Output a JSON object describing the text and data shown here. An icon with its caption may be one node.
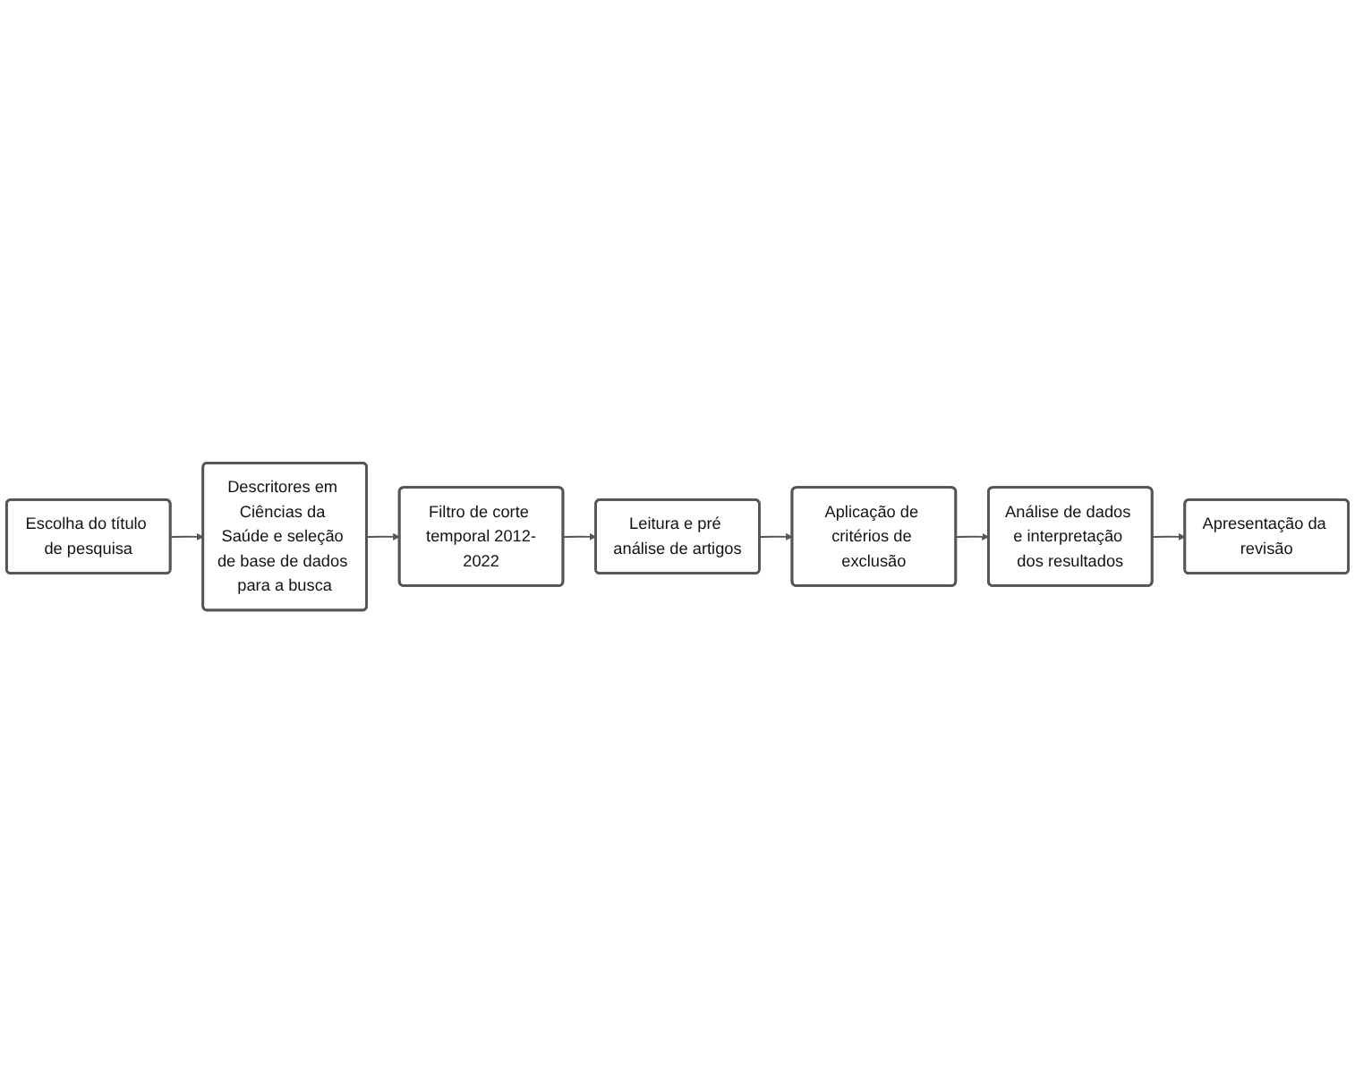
{
  "diagram": {
    "nodes": [
      {
        "text": [
          "Escolha do título de pesquisa"
        ]
      },
      {
        "text": [
          "Descritores em Ciências da Saúde e seleção de base de dados para a busca"
        ]
      },
      {
        "text": [
          "Filtro de corte temporal 2012-2022"
        ]
      },
      {
        "text": [
          "Leitura e pré análise de artigos"
        ]
      },
      {
        "text": [
          "Aplicação de critérios de exclusão"
        ]
      },
      {
        "text": [
          "Análise de dados e interpretação dos resultados"
        ]
      },
      {
        "text": [
          "Apresentação da revisão"
        ]
      }
    ],
    "edges": [
      {
        "from": 0,
        "to": 1,
        "arrow": "to"
      },
      {
        "from": 1,
        "to": 2,
        "arrow": "to"
      },
      {
        "from": 2,
        "to": 3,
        "arrow": "to"
      },
      {
        "from": 3,
        "to": 4,
        "arrow": "to"
      },
      {
        "from": 4,
        "to": 5,
        "arrow": "to"
      },
      {
        "from": 5,
        "to": 6,
        "arrow": "to"
      }
    ]
  }
}
